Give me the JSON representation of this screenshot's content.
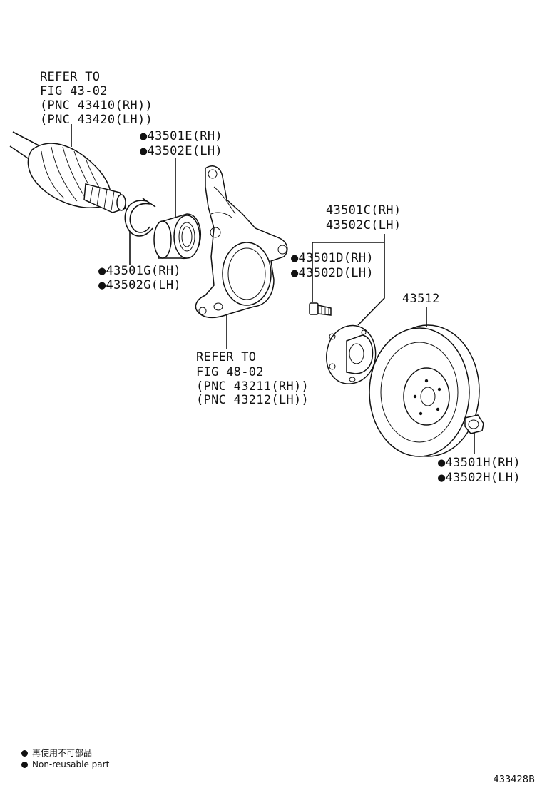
{
  "callouts": {
    "driveshaft": [
      "REFER TO",
      "FIG 43-02",
      "(PNC 43410(RH))",
      "(PNC 43420(LH))"
    ],
    "bearing": [
      "●43501E(RH)",
      "●43502E(LH)"
    ],
    "snap_ring": [
      "●43501G(RH)",
      "●43502G(LH)"
    ],
    "knuckle": [
      "REFER TO",
      "FIG 48-02",
      "(PNC 43211(RH))",
      "(PNC 43212(LH))"
    ],
    "hub": [
      "43501C(RH)",
      "43502C(LH)"
    ],
    "hub_bolt": [
      "●43501D(RH)",
      "●43502D(LH)"
    ],
    "disc": "43512",
    "nut": [
      "●43501H(RH)",
      "●43502H(LH)"
    ]
  },
  "legend": {
    "japanese": "再使用不可部品",
    "english": "Non-reusable part"
  },
  "figure_code": "433428B"
}
